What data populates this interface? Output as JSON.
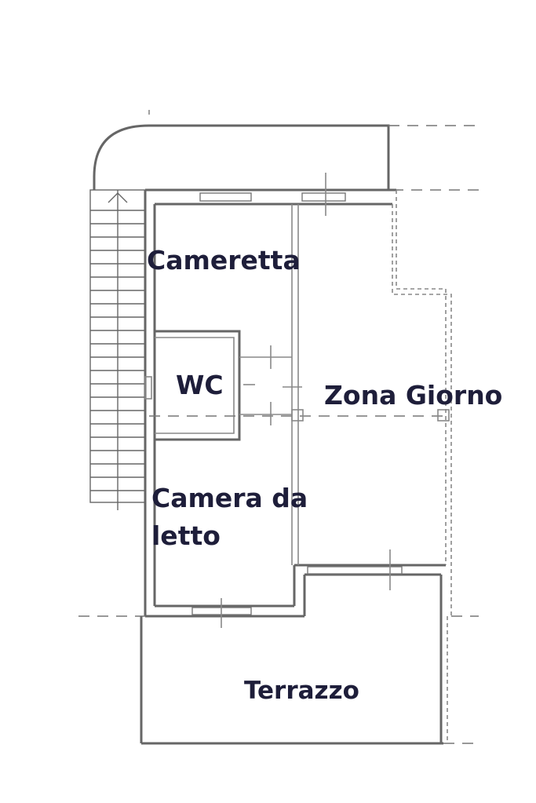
{
  "floor_plan": {
    "rooms": [
      {
        "id": "cameretta",
        "lines": [
          "Cameretta"
        ]
      },
      {
        "id": "wc",
        "lines": [
          "WC"
        ]
      },
      {
        "id": "zona-giorno",
        "lines": [
          "Zona Giorno"
        ]
      },
      {
        "id": "camera-da-letto",
        "lines": [
          "Camera da",
          "letto"
        ]
      },
      {
        "id": "terrazzo",
        "lines": [
          "Terrazzo"
        ]
      }
    ],
    "colors": {
      "label": "#1e1e3a",
      "walls": "#666666",
      "background": "#ffffff"
    }
  }
}
